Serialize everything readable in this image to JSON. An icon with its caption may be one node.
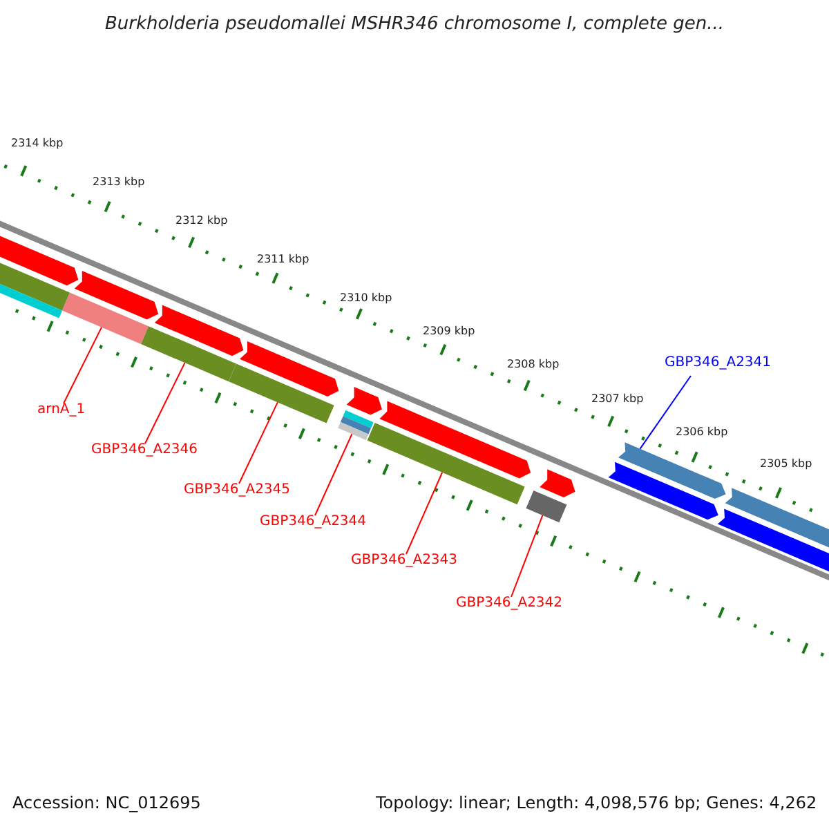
{
  "diagram": {
    "title": "Burkholderia pseudomallei MSHR346 chromosome I, complete gen...",
    "nodes": [
      {
        "text": [
          "arnA_1"
        ]
      },
      {
        "text": [
          "GBP346_A2346"
        ]
      },
      {
        "text": [
          "GBP346_A2345"
        ]
      },
      {
        "text": [
          "GBP346_A2344"
        ]
      },
      {
        "text": [
          "GBP346_A2343"
        ]
      },
      {
        "text": [
          "GBP346_A2342"
        ]
      },
      {
        "text": [
          "GBP346_A2341"
        ]
      },
      {
        "text": [],
        "shape": "bar"
      },
      {
        "text": [],
        "shape": "bar"
      },
      {
        "text": [],
        "shape": "bar"
      },
      {
        "text": [],
        "shape": "bar"
      },
      {
        "text": [],
        "shape": "bar"
      },
      {
        "text": [],
        "shape": "bar"
      },
      {
        "text": [],
        "shape": "bar"
      },
      {
        "text": [],
        "shape": "bar"
      },
      {
        "text": [],
        "shape": "bar"
      },
      {
        "text": [],
        "shape": "bar"
      },
      {
        "text": [],
        "shape": "bar"
      },
      {
        "text": [],
        "shape": "bar"
      },
      {
        "text": [],
        "shape": "bar"
      },
      {
        "text": [],
        "shape": "bar"
      },
      {
        "text": [],
        "shape": "bar"
      },
      {
        "text": [],
        "shape": "bar"
      },
      {
        "text": [],
        "shape": "bar"
      },
      {
        "text": [],
        "shape": "bar"
      },
      {
        "text": [],
        "shape": "bar"
      }
    ],
    "edges": [
      {
        "from": 0,
        "to": 7,
        "arrow": "none"
      },
      {
        "from": 1,
        "to": 8,
        "arrow": "none"
      },
      {
        "from": 2,
        "to": 9,
        "arrow": "none"
      },
      {
        "from": 3,
        "to": 10,
        "arrow": "none"
      },
      {
        "from": 4,
        "to": 11,
        "arrow": "none"
      },
      {
        "from": 5,
        "to": 12,
        "arrow": "none"
      },
      {
        "from": 6,
        "to": 13,
        "arrow": "none",
        "color": "#0000ff"
      }
    ],
    "labels": [
      "2314 kbp",
      "2313 kbp",
      "2312 kbp",
      "2311 kbp",
      "2310 kbp",
      "2309 kbp",
      "2308 kbp",
      "2307 kbp",
      "2306 kbp",
      "2305 kbp",
      "Accession: NC_012695",
      "Topology: linear; Length: 4,098,576 bp; Genes: 4,262"
    ]
  }
}
